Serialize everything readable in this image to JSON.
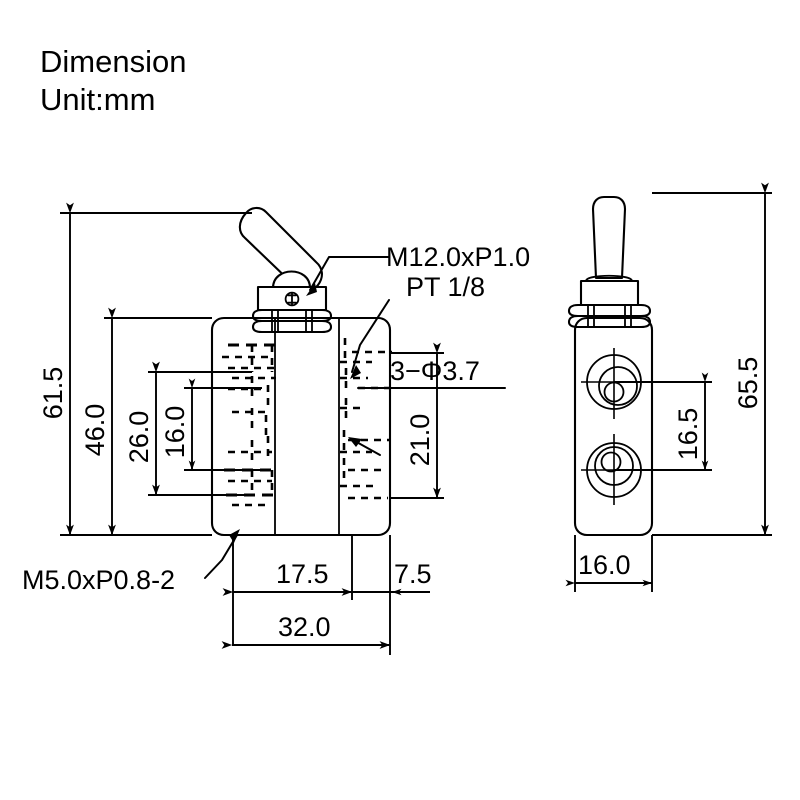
{
  "title": {
    "line1": "Dimension",
    "line2": "Unit:mm"
  },
  "drawing": {
    "type": "engineering-dimension-drawing",
    "subject": "pneumatic toggle valve",
    "views": [
      {
        "name": "front-view",
        "label": ""
      },
      {
        "name": "side-view",
        "label": ""
      }
    ]
  },
  "notes": [
    {
      "id": "thread-collar",
      "text_line1": "M12.0xP1.0",
      "text_line2": "PT 1/8"
    },
    {
      "id": "hole-callout",
      "text": "3−Φ3.7"
    },
    {
      "id": "mounting-thread",
      "text": "M5.0xP0.8-2"
    }
  ],
  "dimensions": {
    "front_view": {
      "vertical": [
        {
          "name": "overall-height",
          "value": "61.5"
        },
        {
          "name": "body-height",
          "value": "46.0"
        },
        {
          "name": "port-span",
          "value": "26.0"
        },
        {
          "name": "port-center-span",
          "value": "16.0"
        },
        {
          "name": "right-port-height",
          "value": "21.0"
        }
      ],
      "horizontal": [
        {
          "name": "left-offset",
          "value": "17.5"
        },
        {
          "name": "right-offset",
          "value": "7.5"
        },
        {
          "name": "overall-width",
          "value": "32.0"
        }
      ]
    },
    "side_view": {
      "vertical": [
        {
          "name": "overall-height-side",
          "value": "65.5"
        },
        {
          "name": "port-spacing",
          "value": "16.5"
        }
      ],
      "horizontal": [
        {
          "name": "body-depth",
          "value": "16.0"
        }
      ]
    }
  },
  "chart_data": {
    "type": "table",
    "title": "Dimension Unit:mm",
    "categories": [
      "61.5",
      "46.0",
      "26.0",
      "16.0",
      "21.0",
      "17.5",
      "7.5",
      "32.0",
      "65.5",
      "16.5",
      "16.0"
    ],
    "values": [
      61.5,
      46.0,
      26.0,
      16.0,
      21.0,
      17.5,
      7.5,
      32.0,
      65.5,
      16.5,
      16.0
    ],
    "annotations": [
      "M12.0xP1.0",
      "PT 1/8",
      "3−Φ3.7",
      "M5.0xP0.8-2"
    ],
    "xlabel": "",
    "ylabel": ""
  }
}
